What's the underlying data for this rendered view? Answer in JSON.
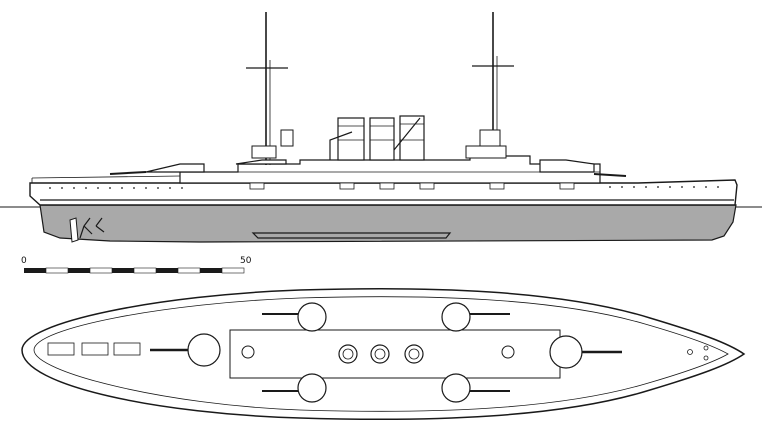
{
  "scale_bar": {
    "start_label": "0",
    "end_label": "50",
    "segments": 10
  },
  "colors": {
    "line": "#1a1a1a",
    "hull_below_waterline": "#a9a9a9",
    "background": "#ffffff"
  }
}
